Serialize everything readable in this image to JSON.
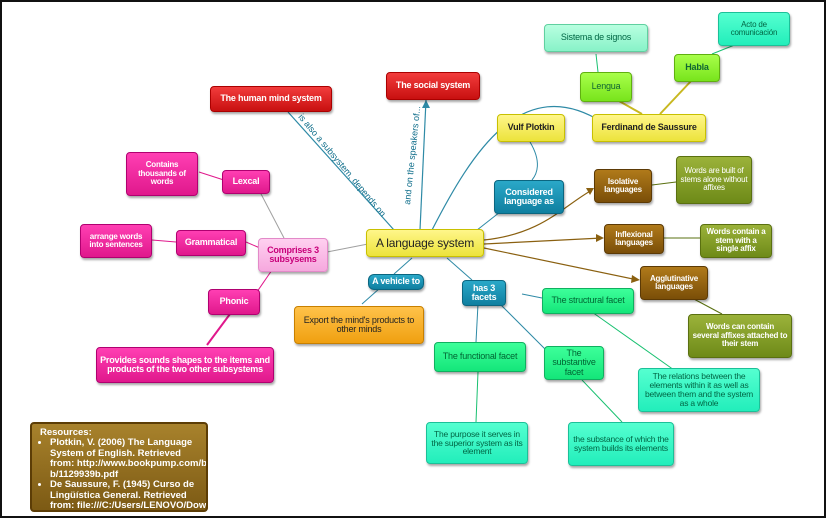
{
  "nodes": {
    "language_system": "A language system",
    "human_mind": "The human mind system",
    "social_system": "The social system",
    "vulf": "Vulf Plotkin",
    "considered": "Considered language as",
    "saussure": "Ferdinand de Saussure",
    "sistema": "Sistema de signos",
    "lengua": "Lengua",
    "habla": "Habla",
    "acto": "Acto de comunicación",
    "isolative": "Isolative languages",
    "isolative_desc": "Words are built of stems alone without affixes",
    "inflexional": "Inflexional languages",
    "inflexional_desc": "Words contain a stem with a single affix",
    "agglutinative": "Agglutinative languages",
    "agglutinative_desc": "Words can contain several affixes attached to their stem",
    "comprises": "Comprises 3 subsysems",
    "lexical": "Lexcal",
    "lexical_desc": "Contains thousands of words",
    "grammatical": "Grammatical",
    "grammatical_desc": "arrange words into sentences",
    "phonic": "Phonic",
    "phonic_desc": "Provides sounds shapes to the items and products of the two other subsystems",
    "vehicle": "A vehicle to",
    "export": "Export the mind's products to other minds",
    "facets": "has 3 facets",
    "structural": "The structural facet",
    "structural_desc": "The relations between the elements within it as well as between them and the system as a whole",
    "functional": "The functional facet",
    "functional_desc": "The purpose it serves in the superior system as its element",
    "substantive": "The substantive facet",
    "substantive_desc": "the substance of which the system builds its elements"
  },
  "links": {
    "subsystem": "is also a subsystem, depends on",
    "speakers": "and on the speakers of..."
  },
  "resources": {
    "heading": "Resources:",
    "items": [
      {
        "lines": [
          "Plotkin, V. (2006)  The Language",
          "System of English. Retrieved",
          "from: http://www.bookpump.com/bwr",
          "b/1129939b.pdf"
        ]
      },
      {
        "lines": [
          "De Saussure, F. (1945) Curso de",
          "Lingüística General. Retrieved",
          "from: file:///C:/Users/LENOVO/Down"
        ]
      }
    ]
  },
  "colors": {
    "edge_teal": "#2e8aa6",
    "edge_grey": "#a0a0a0",
    "edge_pink": "#e0188c",
    "edge_green": "#18c070",
    "edge_brown": "#8a6010",
    "edge_yellow": "#c8b820"
  }
}
